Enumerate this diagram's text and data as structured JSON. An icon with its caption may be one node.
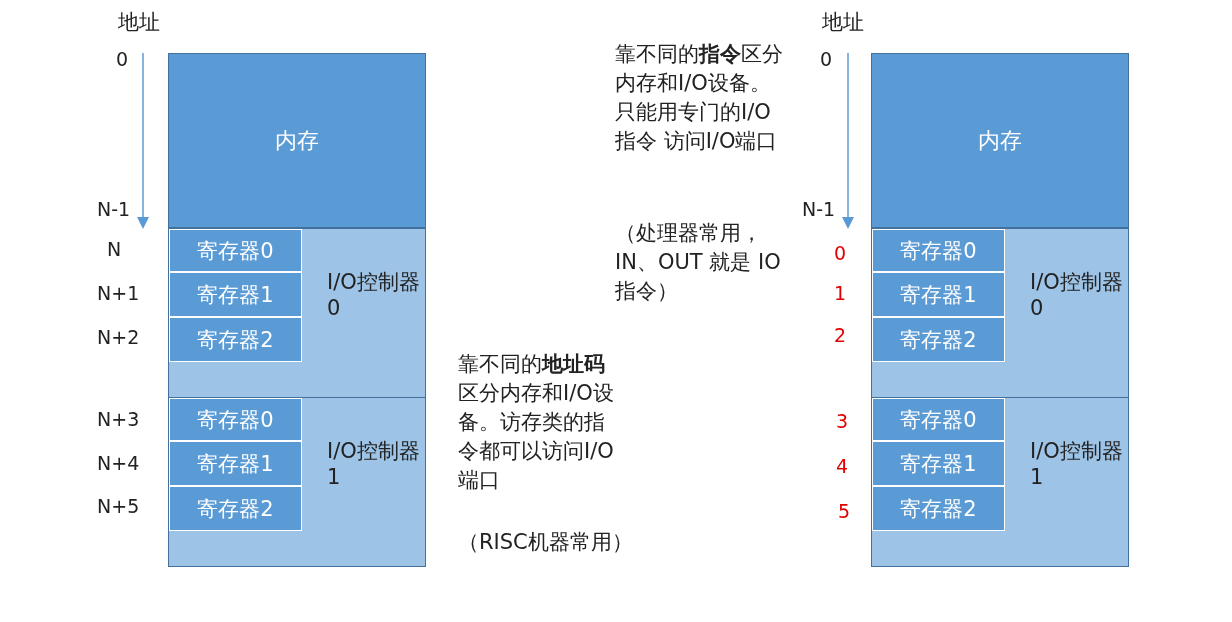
{
  "diagram": {
    "nodes": [
      {
        "text": [
          "内存"
        ]
      },
      {
        "text": [
          "I/O控制器0"
        ]
      },
      {
        "text": [
          "寄存器0"
        ],
        "in": 1
      },
      {
        "text": [
          "寄存器1"
        ],
        "in": 1
      },
      {
        "text": [
          "寄存器2"
        ],
        "in": 1
      },
      {
        "text": [
          "I/O控制器1"
        ]
      },
      {
        "text": [
          "寄存器0"
        ],
        "in": 5
      },
      {
        "text": [
          "寄存器1"
        ],
        "in": 5
      },
      {
        "text": [
          "寄存器2"
        ],
        "in": 5
      },
      {
        "text": [
          "内存"
        ]
      },
      {
        "text": [
          "I/O控制器0"
        ]
      },
      {
        "text": [
          "寄存器0"
        ],
        "in": 10
      },
      {
        "text": [
          "寄存器1"
        ],
        "in": 10
      },
      {
        "text": [
          "寄存器2"
        ],
        "in": 10
      },
      {
        "text": [
          "I/O控制器1"
        ]
      },
      {
        "text": [
          "寄存器0"
        ],
        "in": 14
      },
      {
        "text": [
          "寄存器1"
        ],
        "in": 14
      },
      {
        "text": [
          "寄存器2"
        ],
        "in": 14
      }
    ],
    "edges": [],
    "labels": [
      "地址",
      "0",
      "N-1",
      "N",
      "N+1",
      "N+2",
      "N+3",
      "N+4",
      "N+5",
      "靠不同的**指令**区分内存和I/O设备。只能用专门的I/O指令 访问I/O端口",
      "（处理器常用，IN、OUT 就是 IO指令）",
      "靠不同的**地址码**区分内存和I/O设备。访存类的指令都可以访问I/O端口",
      "（RISC机器常用）",
      "地址",
      "0",
      "N-1",
      "0",
      "1",
      "2",
      "3",
      "4",
      "5"
    ]
  }
}
